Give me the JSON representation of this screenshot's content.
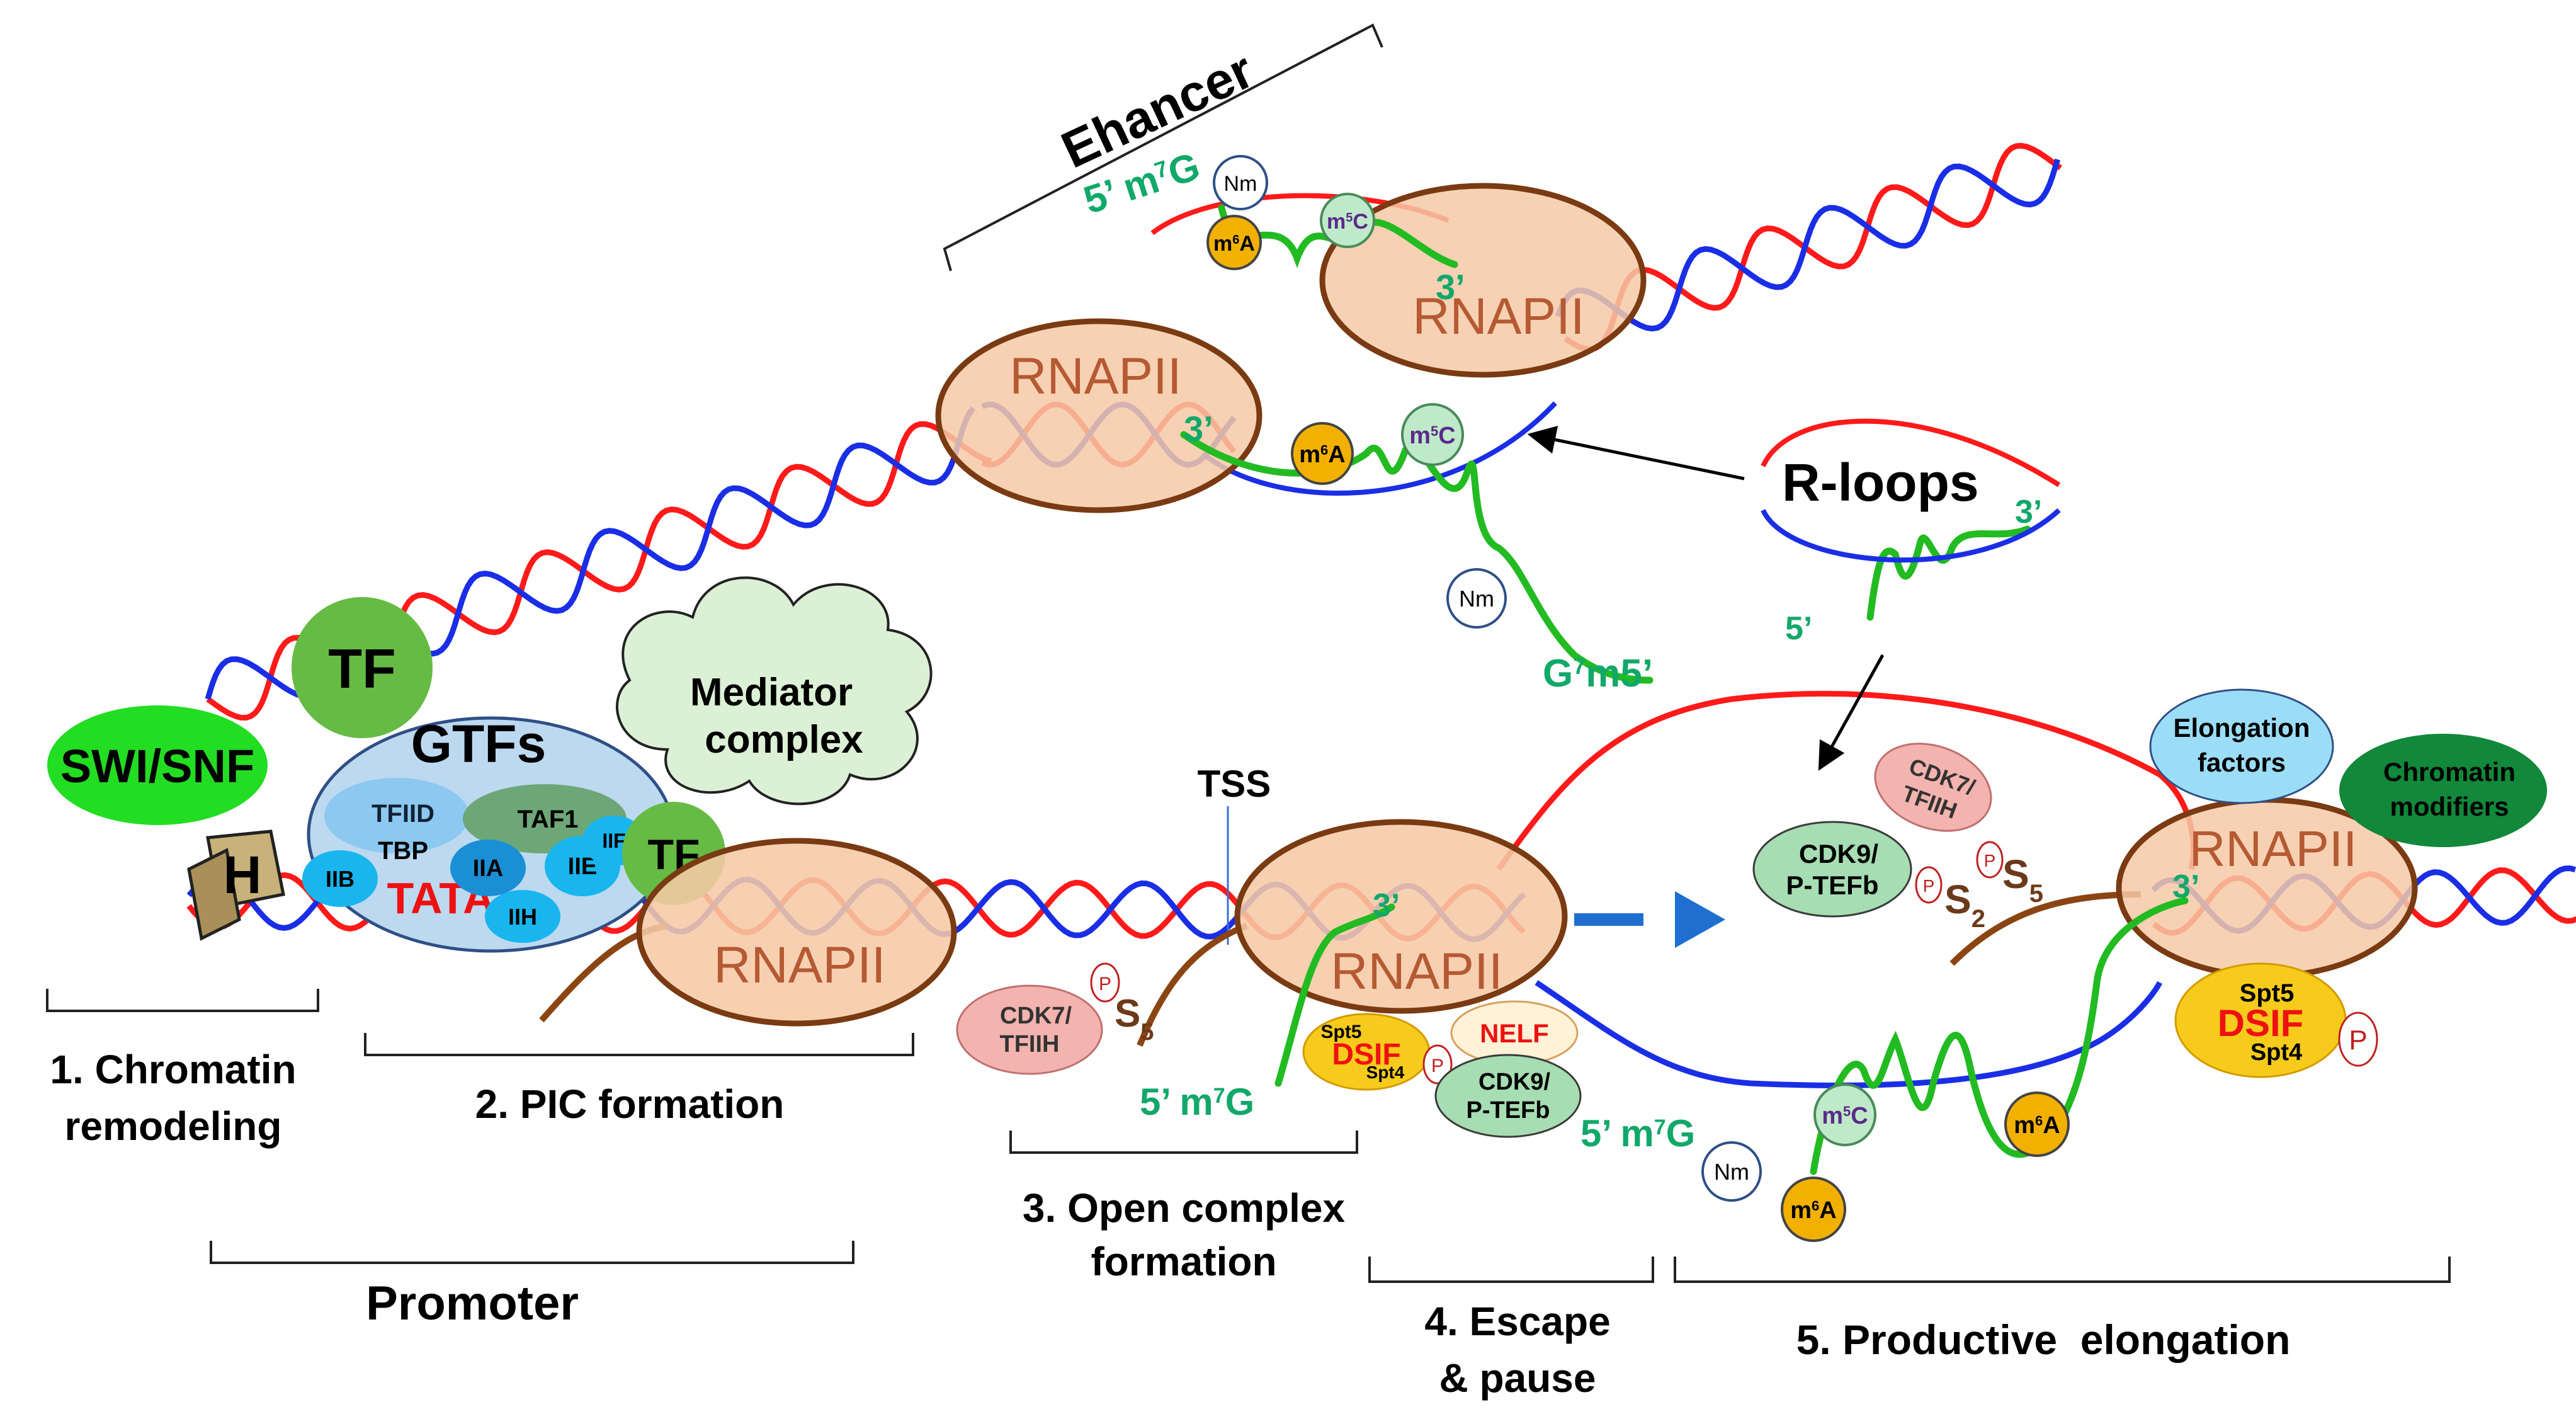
{
  "labels": {
    "enhancer": "Ehancer",
    "promoter": "Promoter",
    "tss": "TSS",
    "r_loops": "R-loops",
    "swi_snf": "SWI/SNF",
    "histone": "H",
    "tf": "TF",
    "gtfs": "GTFs",
    "mediator_line1": "Mediator",
    "mediator_line2": "complex",
    "rnapii": "RNAPII",
    "tata": "TATA",
    "tfiid": "TFIID",
    "tbp": "TBP",
    "taf1": "TAF1",
    "iib": "IIB",
    "iia": "IIA",
    "iie": "IIE",
    "iif": "IIF",
    "iih": "IIH",
    "cdk7_line1": "CDK7/",
    "cdk7_line2": "TFIIH",
    "cdk9_line1": "CDK9/",
    "cdk9_line2": "P-TEFb",
    "nelf": "NELF",
    "dsif": "DSIF",
    "spt5": "Spt5",
    "spt4": "Spt4",
    "p": "P",
    "s": "S",
    "sub2": "2",
    "sub5": "5",
    "elong_line1": "Elongation",
    "elong_line2": "factors",
    "chrom_line1": "Chromatin",
    "chrom_line2": "modifiers",
    "m7g_prefix": "5’ m",
    "m7g_sup": "7",
    "m7g_suffix": "G",
    "g7m5": "G",
    "g7m5_sup": "7",
    "g7m5_suffix": "m5’",
    "three_prime": "3’",
    "five_prime": "5’",
    "nm": "Nm",
    "m6a_base": "m",
    "m6a_sup": "6",
    "m6a_suffix": "A",
    "m5c_base": "m",
    "m5c_sup": "5",
    "m5c_suffix": "C"
  },
  "steps": {
    "step1_line1": "1. Chromatin",
    "step1_line2": "remodeling",
    "step2": "2. PIC formation",
    "step3_line1": "3. Open complex",
    "step3_line2": "formation",
    "step4_line1": "4. Escape",
    "step4_line2": "& pause",
    "step5": "5. Productive  elongation"
  },
  "colors": {
    "dna_red": "#ff1a1a",
    "dna_blue": "#1a2ee6",
    "rna_green": "#22bb22",
    "polymerase_fill": "#f6c9a6",
    "polymerase_stroke": "#7a3a12",
    "tail_brown": "#8b4513",
    "tf_green": "#66bb44",
    "swisnf_green": "#22dd22",
    "gtf_cyan": "#19b5ee",
    "mediator_fill": "#dcf0d6",
    "label_green": "#12a86a",
    "arrow_blue": "#1e6fd0"
  }
}
